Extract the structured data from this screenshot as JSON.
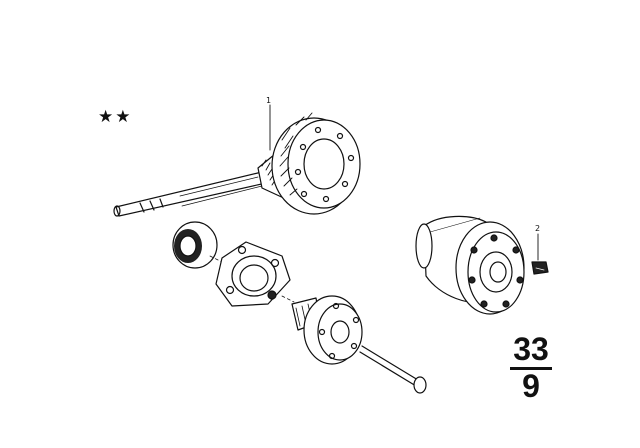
{
  "diagram": {
    "marks": "★★",
    "callouts": {
      "part1": "1",
      "part2": "2"
    },
    "group": {
      "main": "33",
      "sub": "9"
    }
  }
}
